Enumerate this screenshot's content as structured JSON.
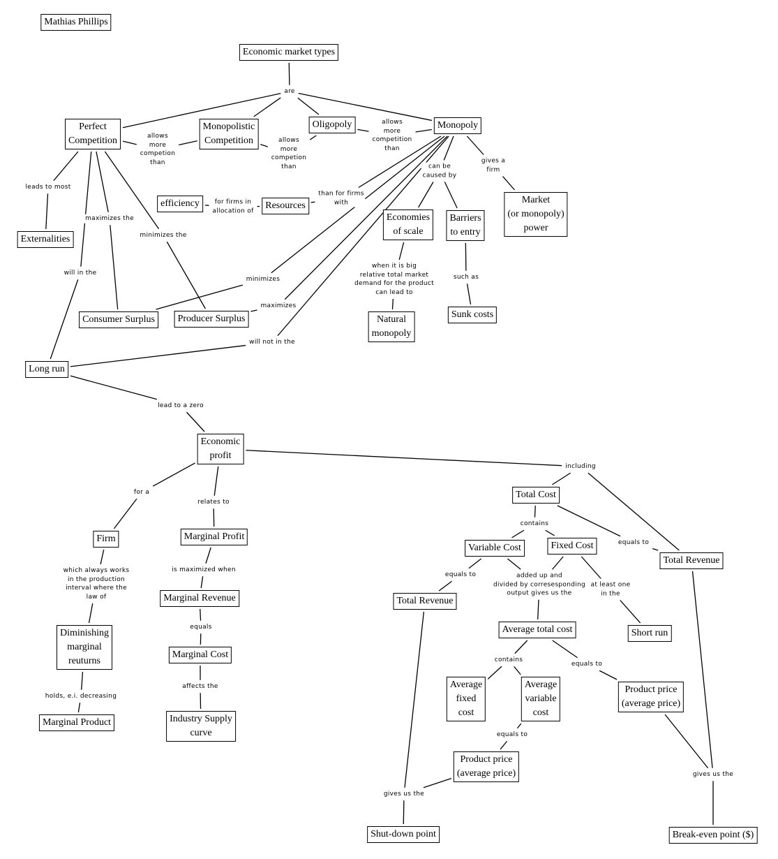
{
  "author": "Mathias Phillips",
  "nodes": {
    "author": "Mathias Phillips",
    "emt": "Economic market types",
    "pc": "Perfect\nCompetition",
    "mc": "Monopolistic\nCompetition",
    "olig": "Oligopoly",
    "mono": "Monopoly",
    "eff": "efficiency",
    "res": "Resources",
    "ext": "Externalities",
    "eos": "Economies\nof scale",
    "bar": "Barriers\nto entry",
    "mkt": "Market\n(or monopoly)\npower",
    "cs": "Consumer Surplus",
    "ps": "Producer Surplus",
    "natm": "Natural\nmonopoly",
    "sunk": "Sunk costs",
    "lr": "Long run",
    "ep": "Economic\nprofit",
    "firm": "Firm",
    "mp": "Marginal Profit",
    "mr": "Marginal Revenue",
    "dmr": "Diminishing\nmarginal\nreuturns",
    "mcost": "Marginal Cost",
    "mprod": "Marginal Product",
    "isc": "Industry Supply\ncurve",
    "tc": "Total Cost",
    "vc": "Variable Cost",
    "fc": "Fixed Cost",
    "tr1": "Total Revenue",
    "tr2": "Total Revenue",
    "atc": "Average total cost",
    "sr": "Short run",
    "afc": "Average\nfixed\ncost",
    "avc": "Average\nvariable\ncost",
    "pp1": "Product price\n(average price)",
    "pp2": "Product price\n(average price)",
    "sdp": "Shut-down point",
    "bep": "Break-even point ($)"
  },
  "labels": {
    "are": "are",
    "amc1": "allows\nmore\ncompetion\nthan",
    "amc2": "allows\nmore\ncompetion\nthan",
    "amc3": "allows\nmore\ncompetition\nthan",
    "ltm": "leads to most",
    "maxthe": "maximizes the",
    "minthe": "minimizes the",
    "willin": "will in the",
    "forfirms": "for firms in\nallocation of",
    "thanfor": "than for firms\nwith",
    "canbe": "can be\ncaused by",
    "gives": "gives a\nfirm",
    "minimizes": "minimizes",
    "maximizes": "maximizes",
    "willnot": "will not in the",
    "whenbig": "when it is big\nrelative total market\ndemand for the product\ncan lead to",
    "suchas": "such as",
    "ltz": "lead to a zero",
    "fora": "for a",
    "relates": "relates to",
    "including": "including",
    "which": "which always works\nin the production\ninterval where the\nlaw of",
    "ismax": "is maximized when",
    "contains1": "contains",
    "equalsto1": "equals to",
    "equals": "equals",
    "holds": "holds, e.i. decreasing",
    "affects": "affects the",
    "equalsto2": "equals to",
    "addedup": "added up and\ndivided by corresesponding\noutput gives us the",
    "atleast": "at least one\nin the",
    "contains2": "contains",
    "equalsto3": "equals to",
    "equalsto4": "equals to",
    "gives1": "gives us the",
    "gives2": "gives us the"
  },
  "links": [
    [
      "emt",
      "are"
    ],
    [
      "are",
      "pc"
    ],
    [
      "are",
      "mc"
    ],
    [
      "are",
      "olig"
    ],
    [
      "are",
      "mono"
    ],
    [
      "pc",
      "amc1"
    ],
    [
      "amc1",
      "mc"
    ],
    [
      "mc",
      "amc2"
    ],
    [
      "amc2",
      "olig"
    ],
    [
      "olig",
      "amc3"
    ],
    [
      "amc3",
      "mono"
    ],
    [
      "pc",
      "ltm"
    ],
    [
      "ltm",
      "ext"
    ],
    [
      "pc",
      "maxthe"
    ],
    [
      "maxthe",
      "cs"
    ],
    [
      "pc",
      "minthe"
    ],
    [
      "minthe",
      "ps"
    ],
    [
      "pc",
      "willin"
    ],
    [
      "willin",
      "lr"
    ],
    [
      "eff",
      "forfirms"
    ],
    [
      "forfirms",
      "res"
    ],
    [
      "res",
      "thanfor"
    ],
    [
      "thanfor",
      "mono"
    ],
    [
      "mono",
      "canbe"
    ],
    [
      "canbe",
      "eos"
    ],
    [
      "canbe",
      "bar"
    ],
    [
      "mono",
      "gives"
    ],
    [
      "gives",
      "mkt"
    ],
    [
      "mono",
      "minimizes"
    ],
    [
      "minimizes",
      "cs"
    ],
    [
      "mono",
      "maximizes"
    ],
    [
      "maximizes",
      "ps"
    ],
    [
      "mono",
      "willnot"
    ],
    [
      "willnot",
      "lr"
    ],
    [
      "eos",
      "whenbig"
    ],
    [
      "whenbig",
      "natm"
    ],
    [
      "bar",
      "suchas"
    ],
    [
      "suchas",
      "sunk"
    ],
    [
      "lr",
      "ltz"
    ],
    [
      "ltz",
      "ep"
    ],
    [
      "ep",
      "fora"
    ],
    [
      "fora",
      "firm"
    ],
    [
      "ep",
      "relates"
    ],
    [
      "relates",
      "mp"
    ],
    [
      "ep",
      "including"
    ],
    [
      "including",
      "tc"
    ],
    [
      "including",
      "tr2"
    ],
    [
      "firm",
      "which"
    ],
    [
      "which",
      "dmr"
    ],
    [
      "mp",
      "ismax"
    ],
    [
      "ismax",
      "mr"
    ],
    [
      "tc",
      "contains1"
    ],
    [
      "contains1",
      "vc"
    ],
    [
      "contains1",
      "fc"
    ],
    [
      "tc",
      "equalsto1"
    ],
    [
      "equalsto1",
      "tr2"
    ],
    [
      "mr",
      "equals"
    ],
    [
      "equals",
      "mcost"
    ],
    [
      "dmr",
      "holds"
    ],
    [
      "holds",
      "mprod"
    ],
    [
      "mcost",
      "affects"
    ],
    [
      "affects",
      "isc"
    ],
    [
      "vc",
      "equalsto2"
    ],
    [
      "equalsto2",
      "tr1"
    ],
    [
      "vc",
      "addedup"
    ],
    [
      "fc",
      "addedup"
    ],
    [
      "addedup",
      "atc"
    ],
    [
      "fc",
      "atleast"
    ],
    [
      "atleast",
      "sr"
    ],
    [
      "atc",
      "contains2"
    ],
    [
      "contains2",
      "afc"
    ],
    [
      "contains2",
      "avc"
    ],
    [
      "atc",
      "equalsto3"
    ],
    [
      "equalsto3",
      "pp2"
    ],
    [
      "avc",
      "equalsto4"
    ],
    [
      "equalsto4",
      "pp1"
    ],
    [
      "tr1",
      "gives1"
    ],
    [
      "pp1",
      "gives1"
    ],
    [
      "gives1",
      "sdp"
    ],
    [
      "tr2",
      "gives2"
    ],
    [
      "pp2",
      "gives2"
    ],
    [
      "gives2",
      "bep"
    ]
  ]
}
